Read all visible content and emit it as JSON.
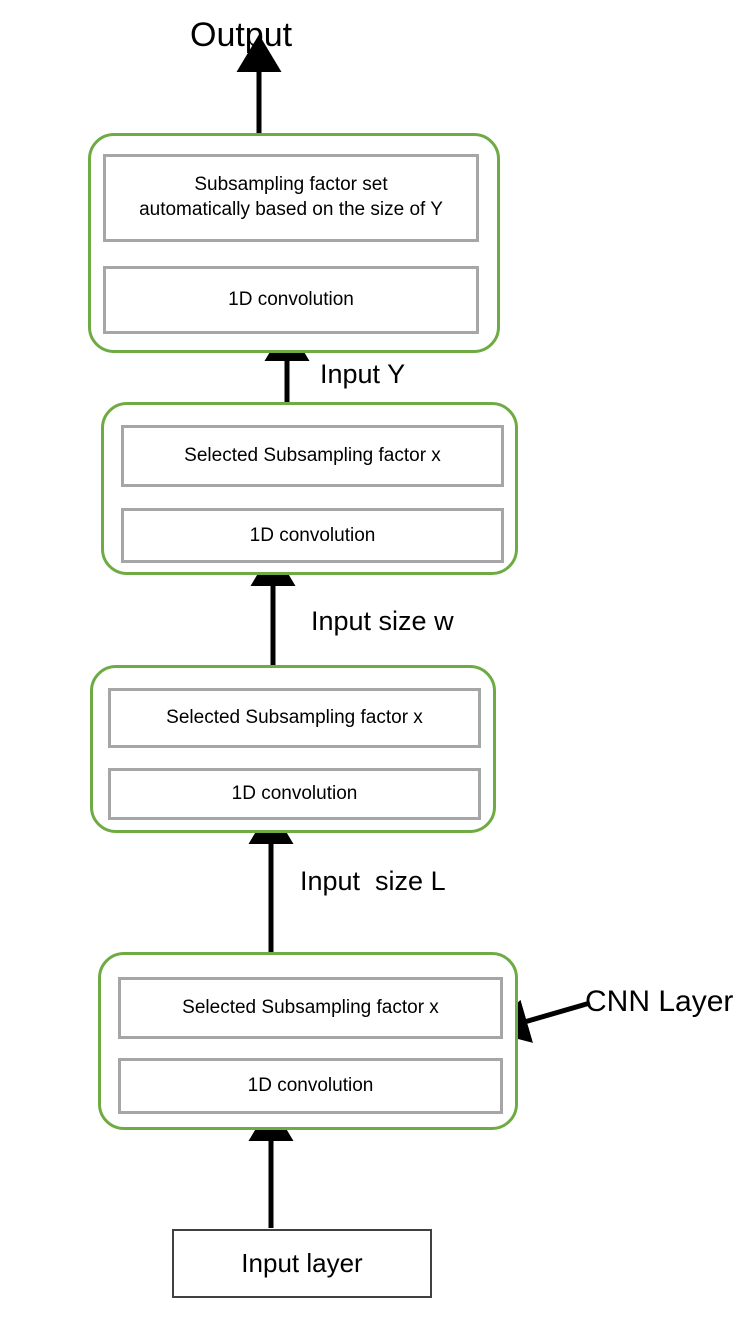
{
  "diagram": {
    "title_label": "Output",
    "annotation_label": "CNN Layer",
    "input_layer_label": "Input layer",
    "edge_labels": {
      "to_output_block": "Input Y",
      "to_third_block": "Input size w",
      "to_second_block": "Input  size L"
    },
    "colors": {
      "cnn_block_border": "#6fab45",
      "sub_box_border": "#a6a6a6",
      "plain_box_border": "#404040",
      "arrow": "#000000",
      "text": "#000000",
      "background": "#ffffff"
    },
    "blocks": [
      {
        "id": "cnn-layer-4",
        "position": "top",
        "subsampling_label": "Subsampling factor set\nautomatically based on the size of Y",
        "convolution_label": "1D convolution"
      },
      {
        "id": "cnn-layer-3",
        "position": "upper-middle",
        "subsampling_label": "Selected Subsampling factor x",
        "convolution_label": "1D convolution"
      },
      {
        "id": "cnn-layer-2",
        "position": "lower-middle",
        "subsampling_label": "Selected Subsampling factor x",
        "convolution_label": "1D convolution"
      },
      {
        "id": "cnn-layer-1",
        "position": "bottom",
        "subsampling_label": "Selected Subsampling factor x",
        "convolution_label": "1D convolution"
      }
    ]
  }
}
